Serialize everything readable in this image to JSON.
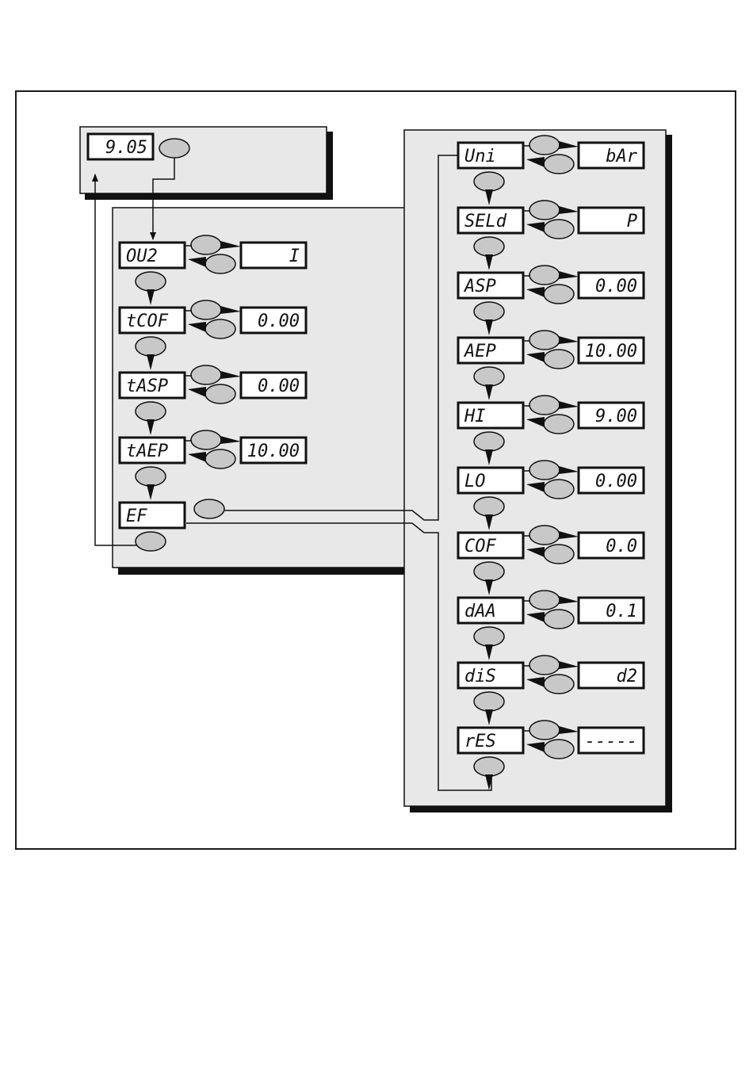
{
  "top_display": {
    "value": "9.05"
  },
  "left_menu": [
    {
      "label": "OU2",
      "value": "I"
    },
    {
      "label": "tCOF",
      "value": "0.00"
    },
    {
      "label": "tASP",
      "value": "0.00"
    },
    {
      "label": "tAEP",
      "value": "10.00"
    },
    {
      "label": "EF",
      "value": null
    }
  ],
  "right_menu": [
    {
      "label": "Uni",
      "value": "bAr"
    },
    {
      "label": "SELd",
      "value": "P"
    },
    {
      "label": "ASP",
      "value": "0.00"
    },
    {
      "label": "AEP",
      "value": "10.00"
    },
    {
      "label": "HI",
      "value": "9.00"
    },
    {
      "label": "LO",
      "value": "0.00"
    },
    {
      "label": "COF",
      "value": "0.0"
    },
    {
      "label": "dAA",
      "value": "0.1"
    },
    {
      "label": "diS",
      "value": "d2"
    },
    {
      "label": "rES",
      "value": "-----"
    }
  ]
}
